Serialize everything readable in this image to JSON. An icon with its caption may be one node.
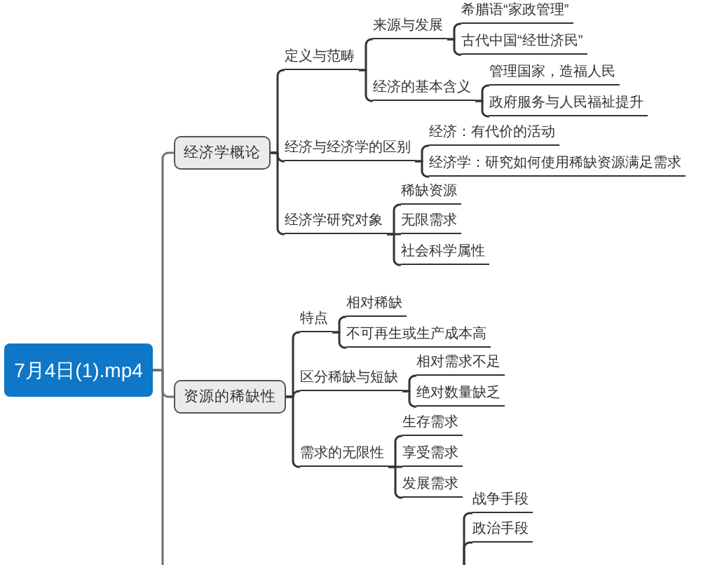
{
  "diagram": {
    "nodes": [
      {
        "text": [
          "7月4日(1).mp4"
        ]
      },
      {
        "text": [
          "经济学概论"
        ]
      },
      {
        "text": [
          "定义与范畴"
        ]
      },
      {
        "text": [
          "来源与发展"
        ]
      },
      {
        "text": [
          "希腊语“家政管理”"
        ]
      },
      {
        "text": [
          "古代中国“经世济民”"
        ]
      },
      {
        "text": [
          "经济的基本含义"
        ]
      },
      {
        "text": [
          "管理国家，造福人民"
        ]
      },
      {
        "text": [
          "政府服务与人民福祉提升"
        ]
      },
      {
        "text": [
          "经济与经济学的区别"
        ]
      },
      {
        "text": [
          "经济：有代价的活动"
        ]
      },
      {
        "text": [
          "经济学：研究如何使用稀缺资源满足需求"
        ]
      },
      {
        "text": [
          "经济学研究对象"
        ]
      },
      {
        "text": [
          "稀缺资源"
        ]
      },
      {
        "text": [
          "无限需求"
        ]
      },
      {
        "text": [
          "社会科学属性"
        ]
      },
      {
        "text": [
          "资源的稀缺性"
        ]
      },
      {
        "text": [
          "特点"
        ]
      },
      {
        "text": [
          "相对稀缺"
        ]
      },
      {
        "text": [
          "不可再生或生产成本高"
        ]
      },
      {
        "text": [
          "区分稀缺与短缺"
        ]
      },
      {
        "text": [
          "相对需求不足"
        ]
      },
      {
        "text": [
          "绝对数量缺乏"
        ]
      },
      {
        "text": [
          "需求的无限性"
        ]
      },
      {
        "text": [
          "生存需求"
        ]
      },
      {
        "text": [
          "享受需求"
        ]
      },
      {
        "text": [
          "发展需求"
        ]
      },
      {
        "text": [
          "战争手段"
        ]
      },
      {
        "text": [
          "政治手段"
        ]
      }
    ],
    "edges": [
      {
        "from": 0,
        "to": 1,
        "arrow": "none",
        "color": "#707070"
      },
      {
        "from": 0,
        "to": 16,
        "arrow": "none",
        "color": "#707070"
      },
      {
        "from": 0,
        "to": null,
        "arrow": "none",
        "color": "#707070"
      },
      {
        "from": 1,
        "to": 2,
        "arrow": "none"
      },
      {
        "from": 1,
        "to": 9,
        "arrow": "none"
      },
      {
        "from": 1,
        "to": 12,
        "arrow": "none"
      },
      {
        "from": 2,
        "to": 3,
        "arrow": "none"
      },
      {
        "from": 2,
        "to": 6,
        "arrow": "none"
      },
      {
        "from": 3,
        "to": 4,
        "arrow": "none"
      },
      {
        "from": 3,
        "to": 5,
        "arrow": "none"
      },
      {
        "from": 6,
        "to": 7,
        "arrow": "none"
      },
      {
        "from": 6,
        "to": 8,
        "arrow": "none"
      },
      {
        "from": 9,
        "to": 10,
        "arrow": "none"
      },
      {
        "from": 9,
        "to": 11,
        "arrow": "none"
      },
      {
        "from": 12,
        "to": 13,
        "arrow": "none"
      },
      {
        "from": 12,
        "to": 14,
        "arrow": "none"
      },
      {
        "from": 12,
        "to": 15,
        "arrow": "none"
      },
      {
        "from": 16,
        "to": 17,
        "arrow": "none"
      },
      {
        "from": 16,
        "to": 20,
        "arrow": "none"
      },
      {
        "from": 16,
        "to": 23,
        "arrow": "none"
      },
      {
        "from": 17,
        "to": 18,
        "arrow": "none"
      },
      {
        "from": 17,
        "to": 19,
        "arrow": "none"
      },
      {
        "from": 20,
        "to": 21,
        "arrow": "none"
      },
      {
        "from": 20,
        "to": 22,
        "arrow": "none"
      },
      {
        "from": 23,
        "to": 24,
        "arrow": "none"
      },
      {
        "from": 23,
        "to": 25,
        "arrow": "none"
      },
      {
        "from": 23,
        "to": 26,
        "arrow": "none"
      },
      {
        "from": null,
        "to": 27,
        "arrow": "none"
      },
      {
        "from": null,
        "to": 28,
        "arrow": "none"
      }
    ]
  }
}
